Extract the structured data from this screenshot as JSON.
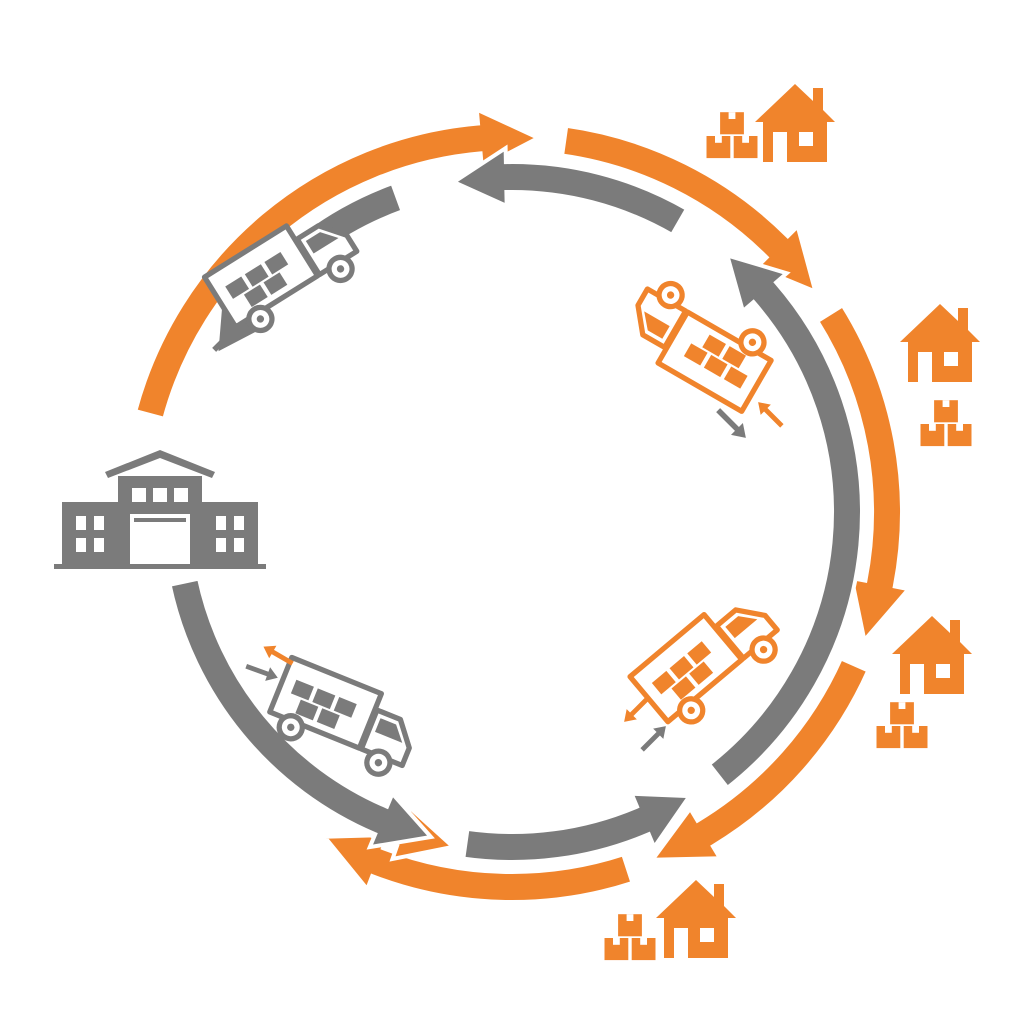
{
  "colors": {
    "orange": "#F0842C",
    "gray": "#7B7B7B",
    "background": "#FFFFFF"
  },
  "diagram": {
    "type": "circular-logistics-flow",
    "loops": [
      {
        "name": "outbound",
        "color": "orange",
        "direction": "clockwise"
      },
      {
        "name": "return",
        "color": "gray",
        "direction": "counterclockwise"
      }
    ],
    "hub": {
      "icon": "warehouse-icon"
    },
    "vans": [
      {
        "icon": "delivery-van-icon",
        "position": "upper-left"
      },
      {
        "icon": "delivery-van-icon",
        "position": "upper-right"
      },
      {
        "icon": "delivery-van-icon",
        "position": "lower-right"
      },
      {
        "icon": "delivery-van-icon",
        "position": "lower-left"
      }
    ],
    "destinations": [
      {
        "icon": "house-icon",
        "boxes": "box-stack-icon"
      },
      {
        "icon": "house-icon",
        "boxes": "box-stack-icon"
      },
      {
        "icon": "house-icon",
        "boxes": "box-stack-icon"
      },
      {
        "icon": "house-icon",
        "boxes": "box-stack-icon"
      }
    ]
  }
}
